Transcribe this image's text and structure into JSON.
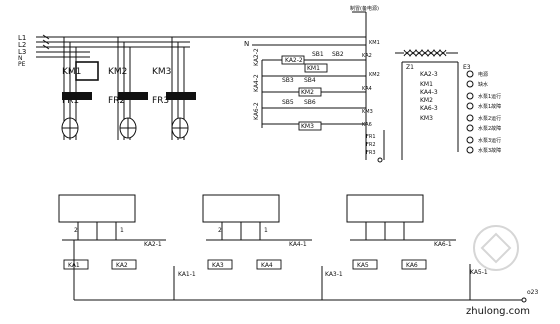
{
  "supply": {
    "phases": [
      "L1",
      "L2",
      "L3",
      "N",
      "PE"
    ]
  },
  "motors": [
    {
      "contactor": "KM1",
      "overload": "FR1"
    },
    {
      "contactor": "KM2",
      "overload": "FR2"
    },
    {
      "contactor": "KM3",
      "overload": "FR3"
    }
  ],
  "control": {
    "top_note": "制冒(备电源)",
    "neutral": "N",
    "relays_left": [
      "KA2-2",
      "KA4-2",
      "KA6-2"
    ],
    "buttons": [
      "SB1",
      "SB2",
      "SB3",
      "SB4",
      "SB5",
      "SB6"
    ],
    "coils": [
      "KM1",
      "KM2",
      "KM3"
    ],
    "contacts_right": [
      "KM1",
      "KA2",
      "KM2",
      "KA4",
      "KM3",
      "KA6",
      "FR1",
      "FR2",
      "FR3"
    ],
    "right_labels": [
      "KA2-3",
      "KA4-3",
      "KA6-3",
      "KM1",
      "KM2",
      "KM3"
    ],
    "transformer": {
      "left": "Z1",
      "right": "E3"
    },
    "legend_items": [
      "电源",
      "缺水",
      "水泵1运行",
      "水泵1故障",
      "水泵2运行",
      "水泵2故障",
      "水泵3运行",
      "水泵3故障"
    ]
  },
  "lower": {
    "units": [
      {
        "relay_contact": "KA2-1",
        "coil_a": "KA1",
        "coil_b": "KA2",
        "aux": "KA1-1"
      },
      {
        "relay_contact": "KA4-1",
        "coil_a": "KA3",
        "coil_b": "KA4",
        "aux": "KA3-1"
      },
      {
        "relay_contact": "KA6-1",
        "coil_a": "KA5",
        "coil_b": "KA6",
        "aux": "KA5-1"
      }
    ],
    "terminal_numbers": [
      "2",
      "1",
      "2",
      "1"
    ],
    "end_label": "o23"
  },
  "watermark": "zhulong.com",
  "colors": {
    "line": "#111111",
    "watermark": "#c9c9c9",
    "background": "#ffffff"
  }
}
